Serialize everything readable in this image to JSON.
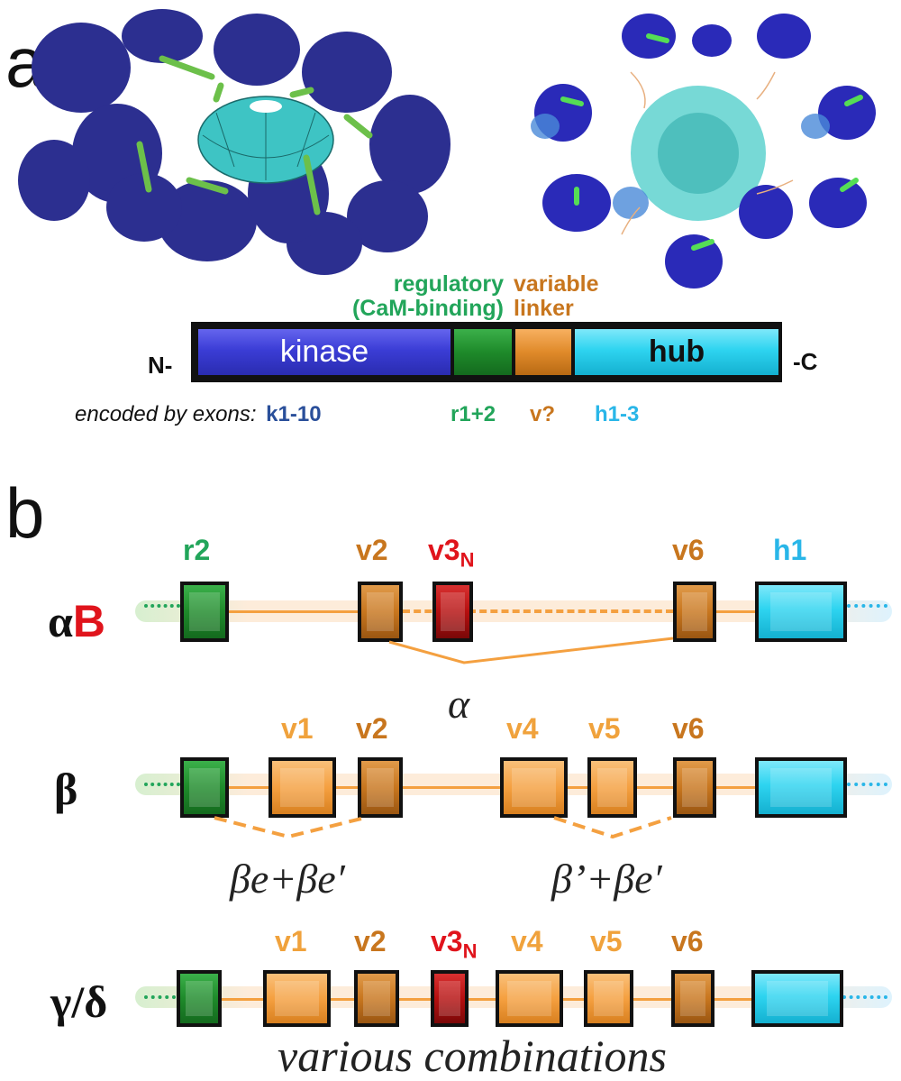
{
  "panel_a": {
    "letter": "a",
    "domain_bar": {
      "n_term": "N-",
      "c_term": "-C",
      "kinase": "kinase",
      "hub": "hub",
      "regulatory_line1": "regulatory",
      "regulatory_line2": "(CaM-binding)",
      "variable_line1": "variable",
      "variable_line2": "linker"
    },
    "exons_caption": {
      "prefix": "encoded by exons:",
      "kinase": "k1-10",
      "regulatory": "r1+2",
      "variable": "v?",
      "hub": "h1-3"
    }
  },
  "panel_b": {
    "letter": "b",
    "alphaB": {
      "label_greek": "α",
      "label_suffix": "B",
      "exons": {
        "r2": "r2",
        "v2": "v2",
        "v3": "v3",
        "v3_sub": "N",
        "v6": "v6",
        "h1": "h1"
      },
      "splice_label": "α"
    },
    "beta": {
      "label": "β",
      "exons": {
        "v1": "v1",
        "v2": "v2",
        "v4": "v4",
        "v5": "v5",
        "v6": "v6"
      },
      "splice_left": "βe+βe′",
      "splice_right": "β’+βe′"
    },
    "gamma_delta": {
      "label": "γ/δ",
      "exons": {
        "v1": "v1",
        "v2": "v2",
        "v3": "v3",
        "v3_sub": "N",
        "v4": "v4",
        "v5": "v5",
        "v6": "v6"
      },
      "caption": "various combinations"
    }
  },
  "colors": {
    "kinase": "#3b3dd6",
    "regulatory": "#1e8a2a",
    "variable_light": "#f5a040",
    "variable_dark": "#c8761e",
    "v3": "#b50f0f",
    "hub": "#2ed4f0",
    "green_text": "#22a55a",
    "orange_text": "#c8761e",
    "light_orange_text": "#f0a23c",
    "red_text": "#e0141c",
    "cyan_text": "#29b6e8",
    "navy_text": "#2a4f9a"
  }
}
